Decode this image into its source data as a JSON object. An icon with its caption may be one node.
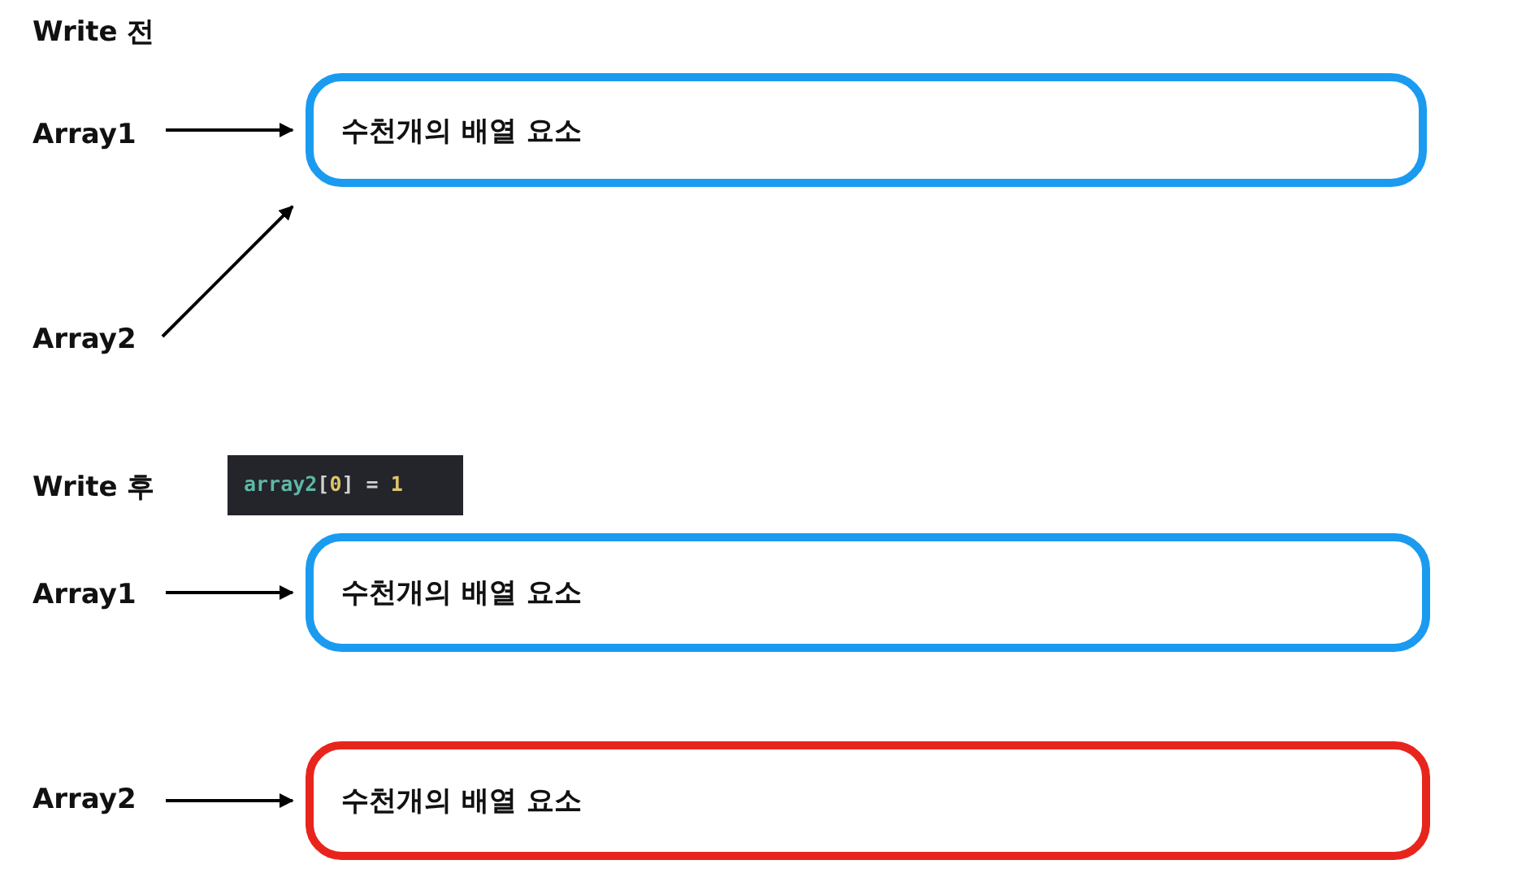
{
  "diagram": {
    "nodes": [
      {
        "text": [
          "Array1"
        ]
      },
      {
        "text": [
          "수천개의 배열 요소"
        ]
      },
      {
        "text": [
          "Array2"
        ]
      },
      {
        "text": [
          "Array1"
        ]
      },
      {
        "text": [
          "수천개의 배열 요소"
        ]
      },
      {
        "text": [
          "Array2"
        ]
      },
      {
        "text": [
          "수천개의 배열 요소"
        ]
      }
    ],
    "edges": [
      {
        "from": 0,
        "to": 1,
        "arrow": "to"
      },
      {
        "from": 2,
        "to": 1,
        "arrow": "to"
      },
      {
        "from": 3,
        "to": 4,
        "arrow": "to"
      },
      {
        "from": 5,
        "to": 6,
        "arrow": "to"
      }
    ],
    "labels": [
      "Write 전",
      "Write 후",
      "array2[0] = 1"
    ]
  }
}
